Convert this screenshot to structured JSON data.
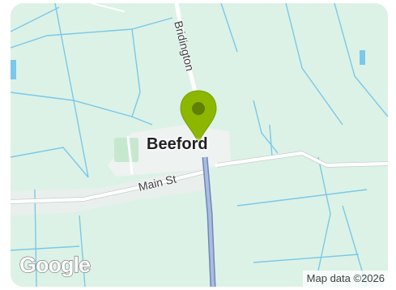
{
  "map": {
    "place_label": "Beeford",
    "roads": {
      "main_street": "Main St",
      "bridlington_road": "Bridington"
    },
    "logo": "Google",
    "attribution": "Map data ©2026",
    "marker_color": "#8db600",
    "land_color": "#dcf2e6",
    "water_color": "#7bc8e8",
    "road_color": "#ffffff",
    "major_road_color": "#8fa6cf"
  }
}
